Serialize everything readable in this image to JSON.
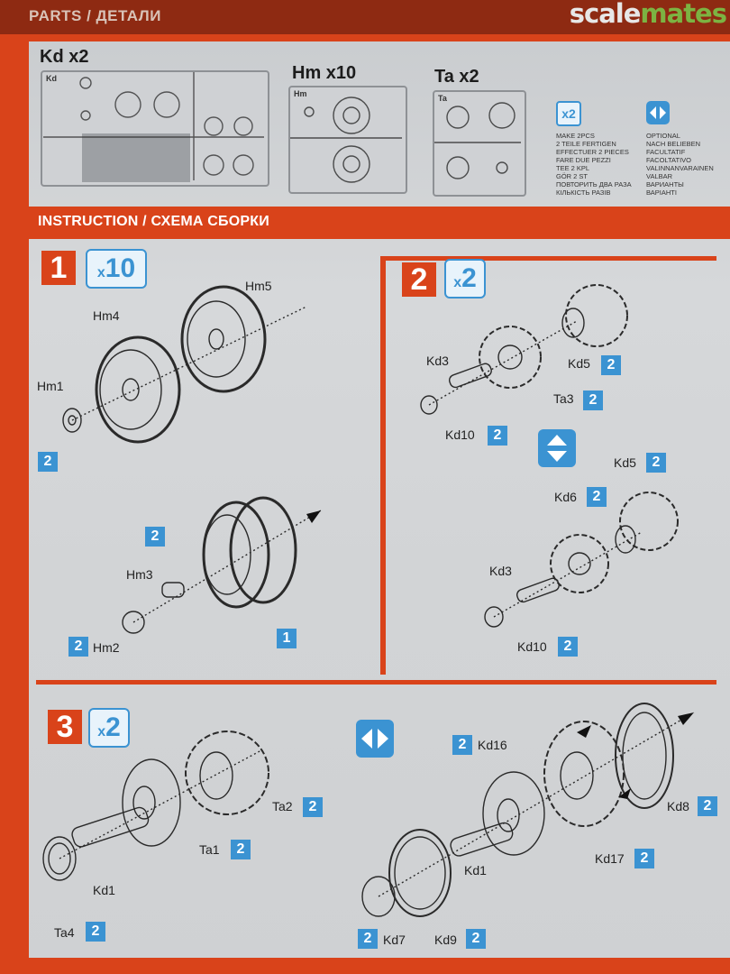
{
  "header": {
    "parts_label": "PARTS / ДЕТАЛИ",
    "logo_left": "scale",
    "logo_right": "mates"
  },
  "parts": {
    "kd": {
      "label": "Kd x2",
      "corner": "Kd"
    },
    "hm": {
      "label": "Hm x10",
      "corner": "Hm"
    },
    "ta": {
      "label": "Ta x2",
      "corner": "Ta"
    }
  },
  "legend": {
    "make_icon": "x2",
    "make_lines": [
      "MAKE 2pcs",
      "2 TEILE FERTIGEN",
      "EFFECTUER 2 PIECES",
      "FARE DUE PEZZI",
      "TEE 2 KPL",
      "GÖR 2 ST",
      "ПОВТОРИТЬ ДВА РАЗА",
      "КІЛЬКІСТЬ РАЗІВ"
    ],
    "optional_lines": [
      "OPTIONAL",
      "NACH BELIEBEN",
      "FACULTATIF",
      "FACOLTATIVO",
      "VALINNANVARAINEN",
      "VALBAR",
      "ВАРИАНТЫ",
      "ВАРІАНТІ"
    ]
  },
  "instruction_title": "INSTRUCTION / СХЕМА СБОРКИ",
  "step1": {
    "number": "1",
    "times_x": "x",
    "times_n": "10",
    "labels": {
      "hm5": "Hm5",
      "hm4": "Hm4",
      "hm1": "Hm1",
      "hm3": "Hm3",
      "hm2": "Hm2"
    },
    "badges": {
      "hm1": "2",
      "side": "2",
      "hm2": "2",
      "tire": "1"
    }
  },
  "step2": {
    "number": "2",
    "times_x": "x",
    "times_n": "2",
    "labels": {
      "kd3a": "Kd3",
      "kd5a": "Kd5",
      "ta3": "Ta3",
      "kd10a": "Kd10",
      "kd5b": "Kd5",
      "kd6": "Kd6",
      "kd3b": "Kd3",
      "kd10b": "Kd10"
    },
    "badges": {
      "kd5a": "2",
      "ta3": "2",
      "kd10a": "2",
      "kd5b": "2",
      "kd6": "2",
      "kd10b": "2"
    }
  },
  "step3": {
    "number": "3",
    "times_x": "x",
    "times_n": "2",
    "labels": {
      "ta2": "Ta2",
      "ta1": "Ta1",
      "kd1a": "Kd1",
      "ta4": "Ta4",
      "kd16": "Kd16",
      "kd8": "Kd8",
      "kd17": "Kd17",
      "kd1b": "Kd1",
      "kd7": "Kd7",
      "kd9": "Kd9"
    },
    "badges": {
      "ta2": "2",
      "ta1": "2",
      "ta4": "2",
      "kd16": "2",
      "kd8": "2",
      "kd17": "2",
      "kd7": "2",
      "kd9": "2"
    }
  },
  "colors": {
    "orange": "#d9431a",
    "blue": "#3b93d2",
    "paper": "#d2d4d6"
  }
}
